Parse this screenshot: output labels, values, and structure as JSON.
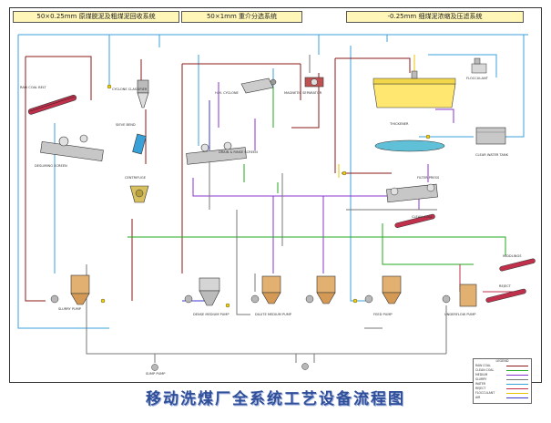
{
  "headers": {
    "left": "50×0.25mm 原煤脱泥及粗煤泥回收系统",
    "middle": "50×1mm  重介分选系统",
    "right": "-0.25mm  细煤泥浓缩及压滤系统"
  },
  "labels": {
    "raw_coal_belt": "RAW COAL BELT",
    "desliming_screen": "DESLIMING SCREEN",
    "cyclone_classifier": "CYCLONE CLASSIFIER",
    "curved_screen": "SIEVE BEND",
    "centrifuge": "CENTRIFUGE",
    "hm_cyclone": "H.M. CYCLONE",
    "magnetic_separator": "MAGNETIC SEPARATOR",
    "drain_rinse_screen": "DRAIN & RINSE SCREEN",
    "thickener": "THICKENER",
    "clear_water_tank": "CLEAR WATER TANK",
    "filter_press": "FILTER PRESS",
    "slurry_pump_left": "SLURRY PUMP",
    "dense_medium_pump": "DENSE MEDIUM PUMP",
    "dilute_medium_pump": "DILUTE MEDIUM PUMP",
    "feed_pump": "FEED PUMP",
    "underflow_pump": "UNDERFLOW PUMP",
    "clean_coal": "CLEAN COAL",
    "middlings": "MIDDLINGS",
    "reject": "REJECT",
    "sump_pump": "SUMP PUMP",
    "flocculant": "FLOCCULANT"
  },
  "legend": {
    "title": "LEGEND",
    "items": [
      {
        "label": "RAW COAL",
        "color": "#8b1a1a"
      },
      {
        "label": "CLEAN COAL",
        "color": "#22aa22"
      },
      {
        "label": "MEDIUM",
        "color": "#8833cc"
      },
      {
        "label": "SLURRY",
        "color": "#777777"
      },
      {
        "label": "WATER",
        "color": "#3aa0d8"
      },
      {
        "label": "REJECT",
        "color": "#c0304b"
      },
      {
        "label": "FLOCCULANT",
        "color": "#e8c400"
      },
      {
        "label": "AIR",
        "color": "#3a3acc"
      }
    ]
  },
  "title": "移动洗煤厂全系统工艺设备流程图",
  "colors": {
    "raw": "#8b1a1a",
    "clean": "#22aa22",
    "medium": "#8833cc",
    "slurry": "#777777",
    "water": "#3aa0d8",
    "reject": "#c0304b",
    "flocculant": "#e8c400",
    "blue": "#3a3acc",
    "header_bg": "#fff6b8"
  }
}
